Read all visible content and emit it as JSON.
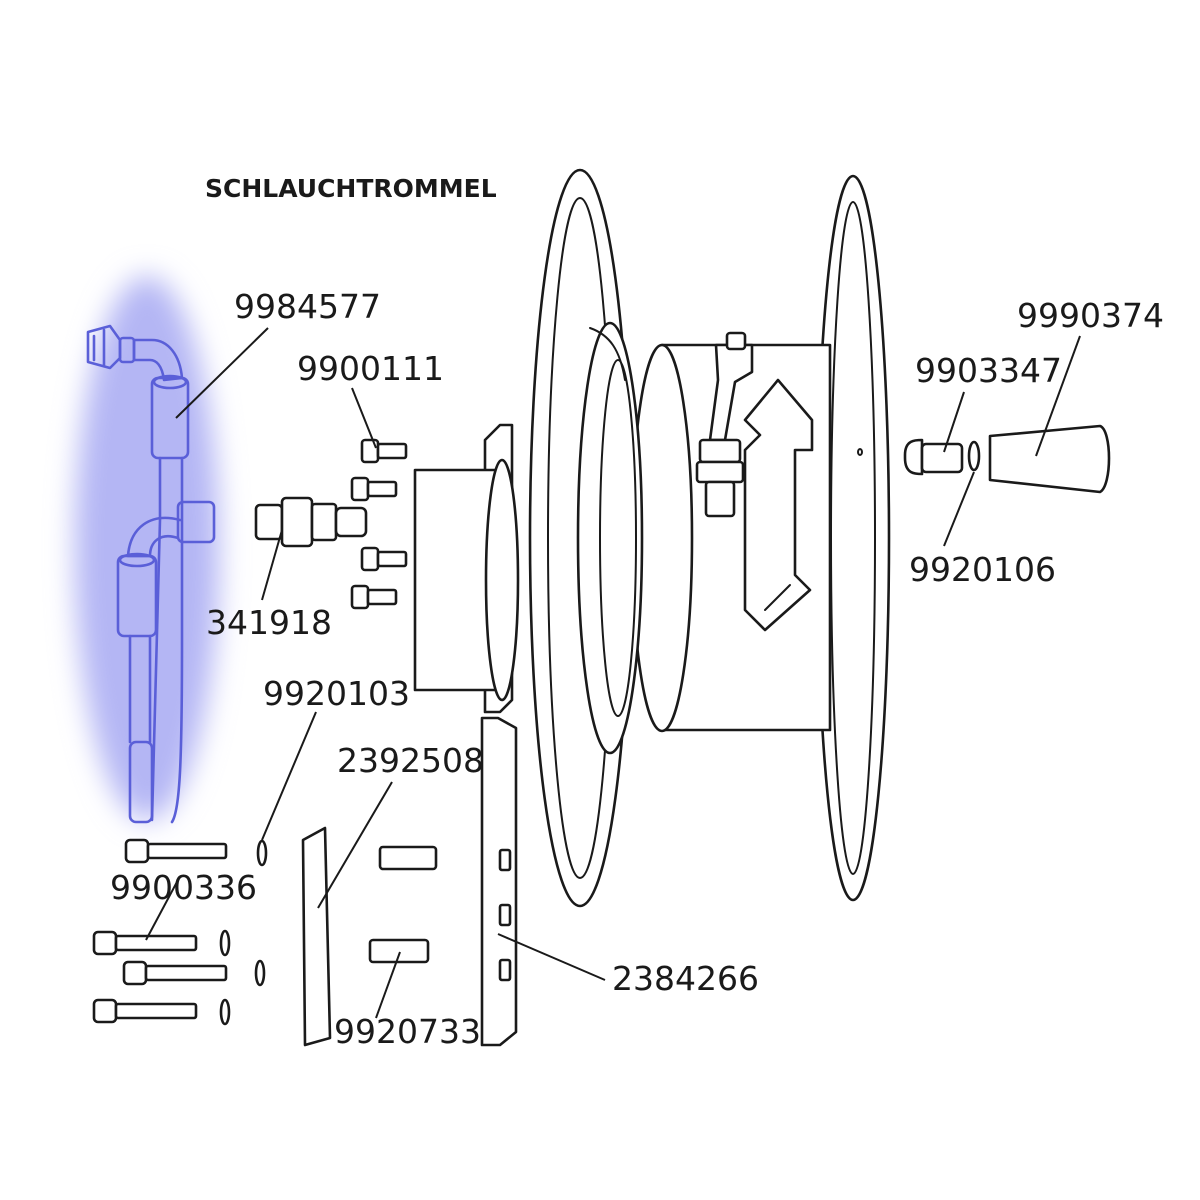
{
  "title": "SCHLAUCHTROMMEL",
  "highlight_color": "#b4b6f4",
  "line_color": "#1a1a1a",
  "parts": {
    "hose": "9984577",
    "bolt_small": "9900111",
    "hub_cap": "9990374",
    "shaft_pin": "9903347",
    "washer_right": "9920106",
    "coupling": "341918",
    "washer_left": "9920103",
    "plate_small": "2392508",
    "screws": "9900336",
    "plate_frame": "2384266",
    "spacer": "9920733"
  }
}
